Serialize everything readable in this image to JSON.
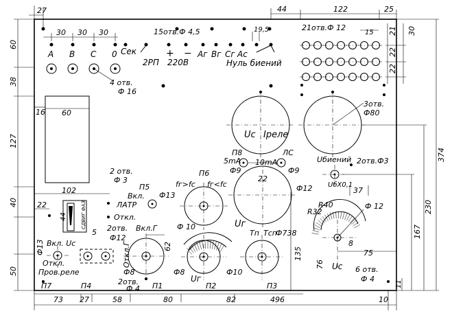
{
  "dims": {
    "top_27": "27",
    "top_44": "44",
    "top_122": "122",
    "top_25": "25",
    "d30a": "30",
    "d30b": "30",
    "d30c": "30",
    "left_60": "60",
    "left_38": "38",
    "left_127": "127",
    "left_40": "40",
    "left_50": "50",
    "right_30": "30",
    "right_21": "21",
    "right_22a": "22",
    "right_22b": "22",
    "right_374": "374",
    "right_230": "230",
    "right_167": "167",
    "right_11": "11",
    "d135": "135",
    "d76": "76",
    "d75": "75",
    "d8": "8",
    "d37": "37",
    "d19_5": "19,5",
    "d15": "15",
    "d16": "16",
    "d60": "60",
    "d102": "102",
    "d22": "22",
    "d44": "44",
    "d5": "5",
    "d22c": "22",
    "d62": "62",
    "bot_73": "73",
    "bot_27": "27",
    "bot_58": "58",
    "bot_80": "80",
    "bot_82": "82",
    "bot_496": "496",
    "bot_10": "10"
  },
  "terminals": {
    "A": "A",
    "B": "B",
    "C": "C",
    "O": "0",
    "sek": "Сек",
    "rp": "2РП",
    "v220": "220В",
    "ag": "Aг",
    "bg": "Bг",
    "cg": "Cг",
    "ac": "Ac",
    "zero_beat": "Нуль биений",
    "holes_top": "15отв.Ф 4,5",
    "holes_4x16_a": "4 отв.",
    "holes_4x16_b": "Ф 16",
    "holes_21x12": "21отв.Ф 12"
  },
  "meters": {
    "uc": "Uc",
    "irele": "Iреле",
    "ug": "Uг",
    "holes_3x80_a": "3отв.",
    "holes_3x80_b": "Ф80"
  },
  "middle": {
    "p8": "П8",
    "ls": "ЛС",
    "ma5": "5mA",
    "ma10": "10mA",
    "phi9a": "Ф9",
    "phi9b": "Ф9",
    "ubien": "Uбиений",
    "holes_2x3_a": "2отв.Ф3",
    "phi12": "Ф12",
    "ubx": "UбХ0,1",
    "holes_2x3l_a": "2 отв.",
    "holes_2x3l_b": "Ф 3",
    "p5": "П5",
    "vkl": "Вкл.",
    "latr": "ЛАТР",
    "otkl": "Откл.",
    "phi13": "Ф13",
    "p6": "П6",
    "fg_gt_fc": "fг>fc",
    "fg_lt_fc": "fг<fc",
    "phi10": "Ф 10",
    "r40": "R40",
    "r32": "R32",
    "phi12b": "Ф 12",
    "sdvig": "СДВИГ ФАЗ"
  },
  "bottom": {
    "phi13": "Ф13",
    "vkl_uc": "Вкл. Uc",
    "otkl": "Откл.",
    "prov_rele": "Пров.реле",
    "holes_2x12_a": "2отв.",
    "holes_2x12_b": "Ф12",
    "vkl_g": "Вкл.Г",
    "otkl_g": "Откл.Г",
    "phi8a": "Ф8",
    "phi8b": "Ф8",
    "holes_2x4_a": "2отв.",
    "holes_2x4_b": "Ф 4",
    "ug": "Uг",
    "phi10": "Ф10",
    "tp": "Tп",
    "tsp": "Tсп",
    "phi738": "Ф738",
    "uc": "Uc",
    "holes_6x4_a": "6 отв.",
    "holes_6x4_b": "Ф 4",
    "p7": "П7",
    "p4": "П4",
    "p1": "П1",
    "p2": "П2",
    "p3": "П3"
  }
}
